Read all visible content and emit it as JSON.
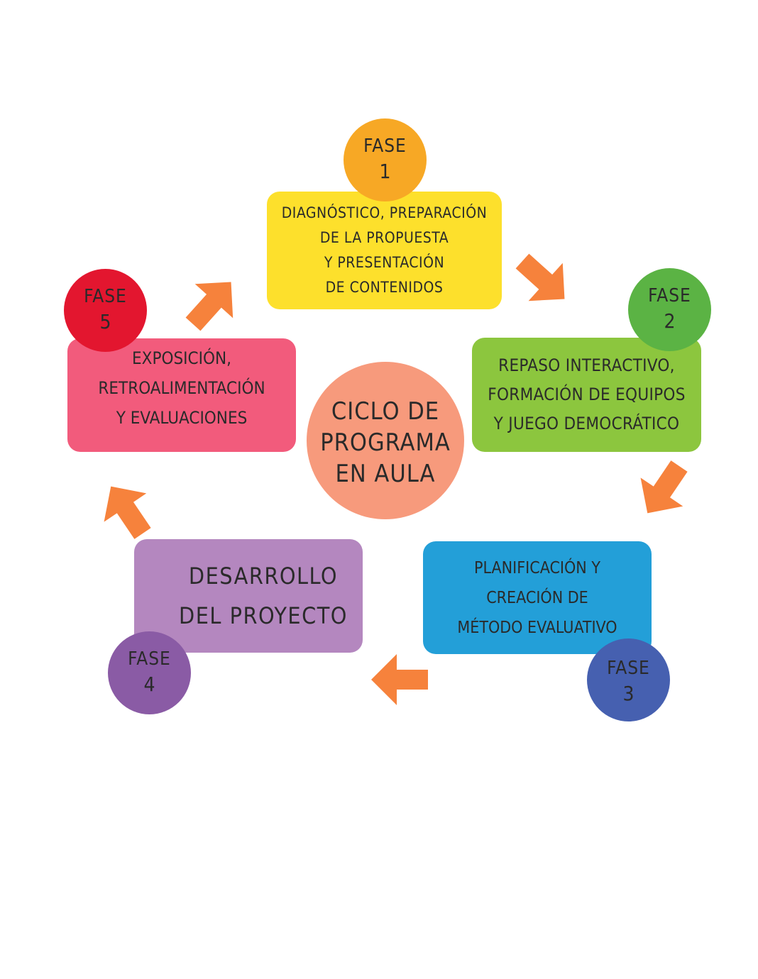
{
  "colors": {
    "arrow": "#f6823c",
    "phase1_circle": "#f7a825",
    "phase1_box": "#fde02c",
    "phase2_circle": "#5bb344",
    "phase2_box": "#8cc63e",
    "phase3_circle": "#4660b0",
    "phase3_box": "#239fd8",
    "phase4_circle": "#8a5ba5",
    "phase4_box": "#b487bf",
    "phase5_circle": "#e3162f",
    "phase5_box": "#f25b7c",
    "center": "#f79a7c"
  },
  "center": {
    "lines": [
      "CICLO DE",
      "PROGRAMA",
      "EN AULA"
    ]
  },
  "phases": [
    {
      "label": "FASE",
      "number": "1",
      "lines": [
        "DIAGNÓSTICO, PREPARACIÓN",
        "DE LA PROPUESTA",
        "Y PRESENTACIÓN",
        "DE CONTENIDOS"
      ]
    },
    {
      "label": "FASE",
      "number": "2",
      "lines": [
        "REPASO INTERACTIVO,",
        "FORMACIÓN DE EQUIPOS",
        "Y JUEGO DEMOCRÁTICO"
      ]
    },
    {
      "label": "FASE",
      "number": "3",
      "lines": [
        "PLANIFICACIÓN Y",
        "CREACIÓN DE",
        "MÉTODO EVALUATIVO"
      ]
    },
    {
      "label": "FASE",
      "number": "4",
      "lines": [
        "DESARROLLO",
        "DEL PROYECTO"
      ]
    },
    {
      "label": "FASE",
      "number": "5",
      "lines": [
        "EXPOSICIÓN,",
        "RETROALIMENTACIÓN",
        "Y EVALUACIONES"
      ]
    }
  ]
}
